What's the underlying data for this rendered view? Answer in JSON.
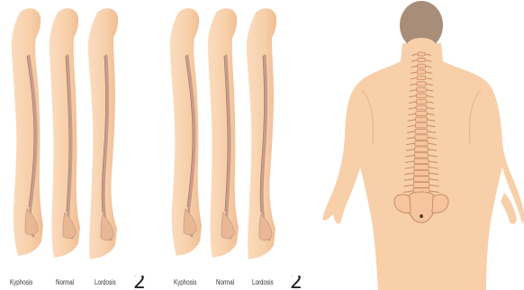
{
  "colors": {
    "skin": "#f7cfa9",
    "skin_shadow": "#eab58c",
    "spine": "#c79c8b",
    "spine_dark": "#9e7769",
    "hair": "#a88d78",
    "vertebra": "#f6c59f",
    "vertebra_outline": "#c98a68"
  },
  "panels": [
    {
      "labels": [
        "Kyphosis",
        "Normal",
        "Lordosis"
      ],
      "mark": "2"
    },
    {
      "labels": [
        "Kyphosis",
        "Normal",
        "Lordosis"
      ],
      "mark": "2"
    }
  ],
  "back_view": {
    "icon": "spine-back-view-icon"
  }
}
